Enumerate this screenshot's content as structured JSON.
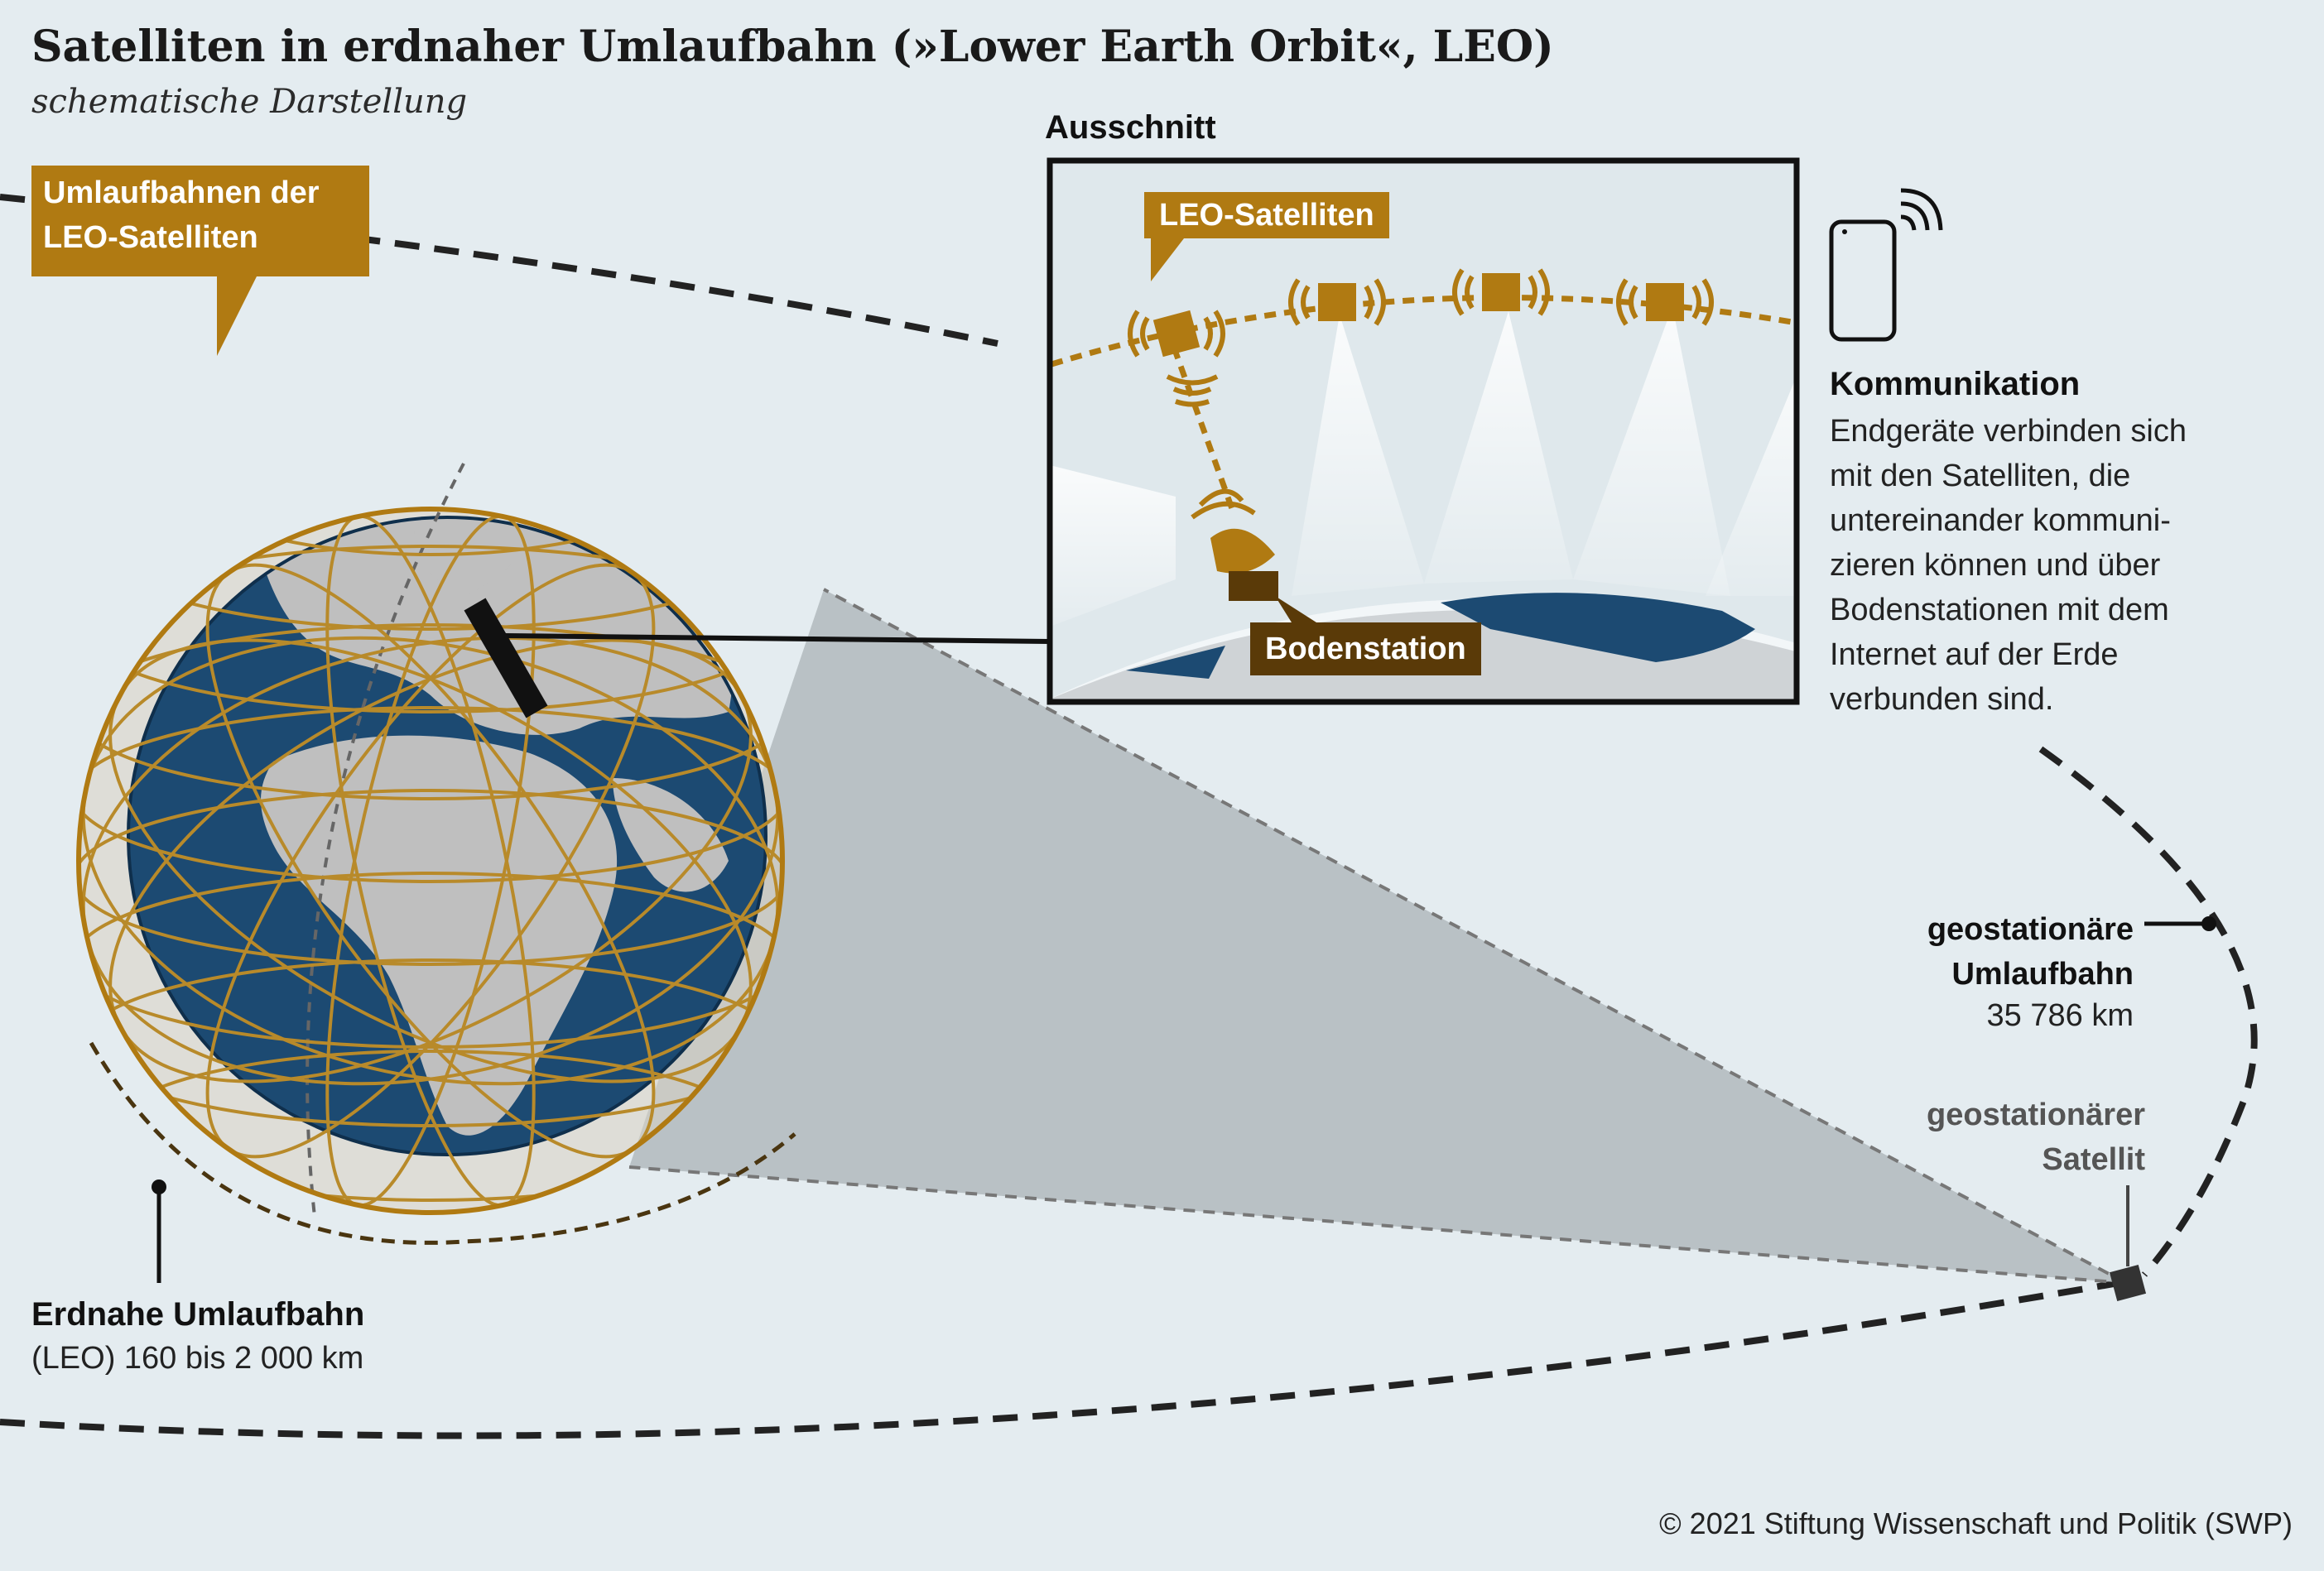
{
  "title": "Satelliten in erdnaher Umlaufbahn (»Lower Earth Orbit«, LEO)",
  "subtitle": "schematische Darstellung",
  "inset": {
    "heading": "Ausschnitt",
    "satellites_label": "LEO-Satelliten",
    "ground_station_label": "Bodenstation"
  },
  "globe": {
    "orbits_label_line1": "Umlaufbahnen der",
    "orbits_label_line2": "LEO-Satelliten"
  },
  "communication": {
    "heading": "Kommunikation",
    "lines": [
      "Endgeräte verbinden sich",
      "mit den Satelliten, die",
      "untereinander kommuni-",
      "zieren können und über",
      "Bodenstationen mit dem",
      "Internet auf der Erde",
      "verbunden sind."
    ]
  },
  "geostationary": {
    "orbit_label_line1": "geostationäre",
    "orbit_label_line2": "Umlaufbahn",
    "orbit_altitude": "35 786 km",
    "satellite_label_line1": "geostationärer",
    "satellite_label_line2": "Satellit"
  },
  "leo_orbit": {
    "label": "Erdnahe Umlaufbahn",
    "range": "(LEO) 160 bis 2 000 km"
  },
  "copyright": "© 2021 Stiftung Wissenschaft und Politik (SWP)",
  "colors": {
    "background": "#e4ecf0",
    "gold": "#b07a12",
    "ocean": "#1c4a72",
    "land": "#bfbfbf",
    "dark_brown": "#5a3a08",
    "dash": "#222222",
    "beam": "#b4bcc0"
  },
  "icons": [
    "satellite-icon",
    "wifi-icon",
    "smartphone-icon",
    "satellite-dish-icon"
  ]
}
